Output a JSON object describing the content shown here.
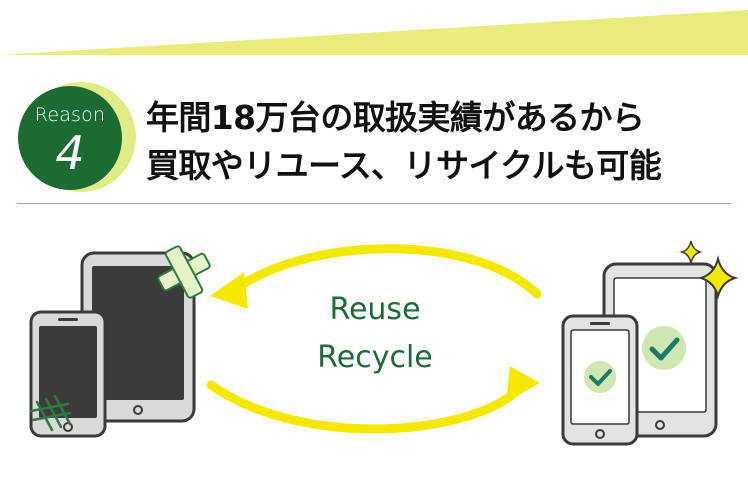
{
  "badge": {
    "word": "Reason",
    "number": "4"
  },
  "headline": {
    "line1": "年間18万台の取扱実績があるから",
    "line2": "買取やリユース、リサイクルも可能"
  },
  "cycle": {
    "top_label": "Reuse",
    "bottom_label": "Recycle"
  },
  "icons": {
    "left_group": [
      "broken-tablet-icon",
      "smartphone-icon",
      "bandage-icon",
      "crack-mark-icon"
    ],
    "right_group": [
      "renewed-tablet-icon",
      "renewed-smartphone-icon",
      "check-icon",
      "sparkle-icon"
    ],
    "arrows": [
      "arrow-left-icon",
      "arrow-right-icon"
    ]
  },
  "colors": {
    "accent_green": "#1c6b33",
    "accent_yellow": "#f5e800",
    "banner_yellow": "#e8ec7a",
    "device_dark": "#3b3b3b"
  }
}
